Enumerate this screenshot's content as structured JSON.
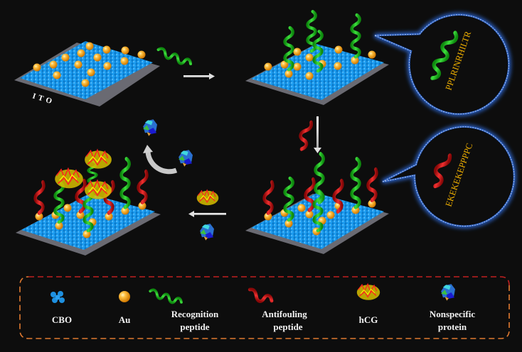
{
  "substrate": {
    "label": "ITO"
  },
  "callouts": [
    {
      "sequence": "PPLRINRHILTR",
      "peptide": "recognition"
    },
    {
      "sequence": "EKEKEKEPPPPC",
      "peptide": "antifouling"
    }
  ],
  "legend": {
    "items": [
      {
        "icon": "cbo-cluster-icon",
        "label_lines": [
          "CBO"
        ]
      },
      {
        "icon": "au-nanoparticle-icon",
        "label_lines": [
          "Au"
        ]
      },
      {
        "icon": "green-helix-icon",
        "label_lines": [
          "Recognition",
          "peptide"
        ]
      },
      {
        "icon": "red-helix-icon",
        "label_lines": [
          "Antifouling",
          "peptide"
        ]
      },
      {
        "icon": "hcg-protein-icon",
        "label_lines": [
          "hCG"
        ]
      },
      {
        "icon": "nonspecific-protein-icon",
        "label_lines": [
          "Nonspecific",
          "protein"
        ]
      }
    ]
  },
  "colors": {
    "background": "#0d0d0d",
    "cbo": "#1e90e0",
    "au": "#f5a623",
    "recognition": "#22c022",
    "antifouling": "#d01818",
    "sequence_text": "#f0b000",
    "callout_glow": "#2a5fc0",
    "legend_border_top": "#c02020",
    "legend_border_bottom": "#e07a30",
    "arrow": "#d8d8d8",
    "ito": "#707070"
  }
}
